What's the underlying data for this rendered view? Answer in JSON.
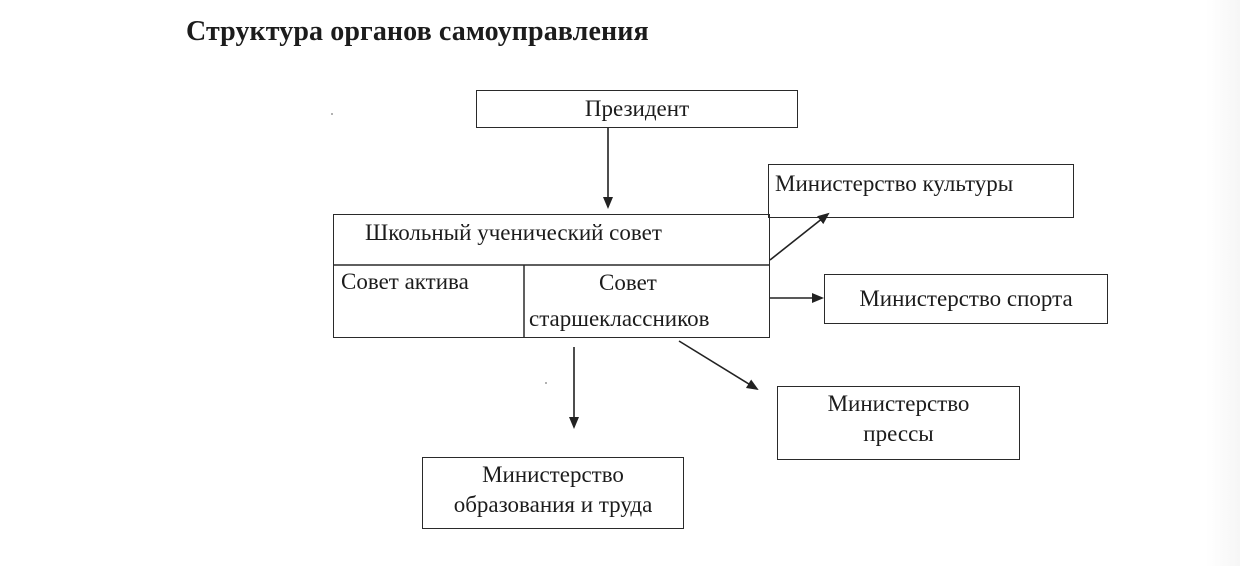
{
  "title": "Структура органов самоуправления",
  "nodes": {
    "president": "Президент",
    "school_council": "Школьный ученический совет",
    "council_active": "Совет актива",
    "council_seniors_line1": "Совет",
    "council_seniors_line2": "старшеклассников",
    "ministry_culture": "Министерство культуры",
    "ministry_sport": "Министерство спорта",
    "ministry_press_line1": "Министерство",
    "ministry_press_line2": "прессы",
    "ministry_education_line1": "Министерство",
    "ministry_education_line2": "образования и труда"
  }
}
